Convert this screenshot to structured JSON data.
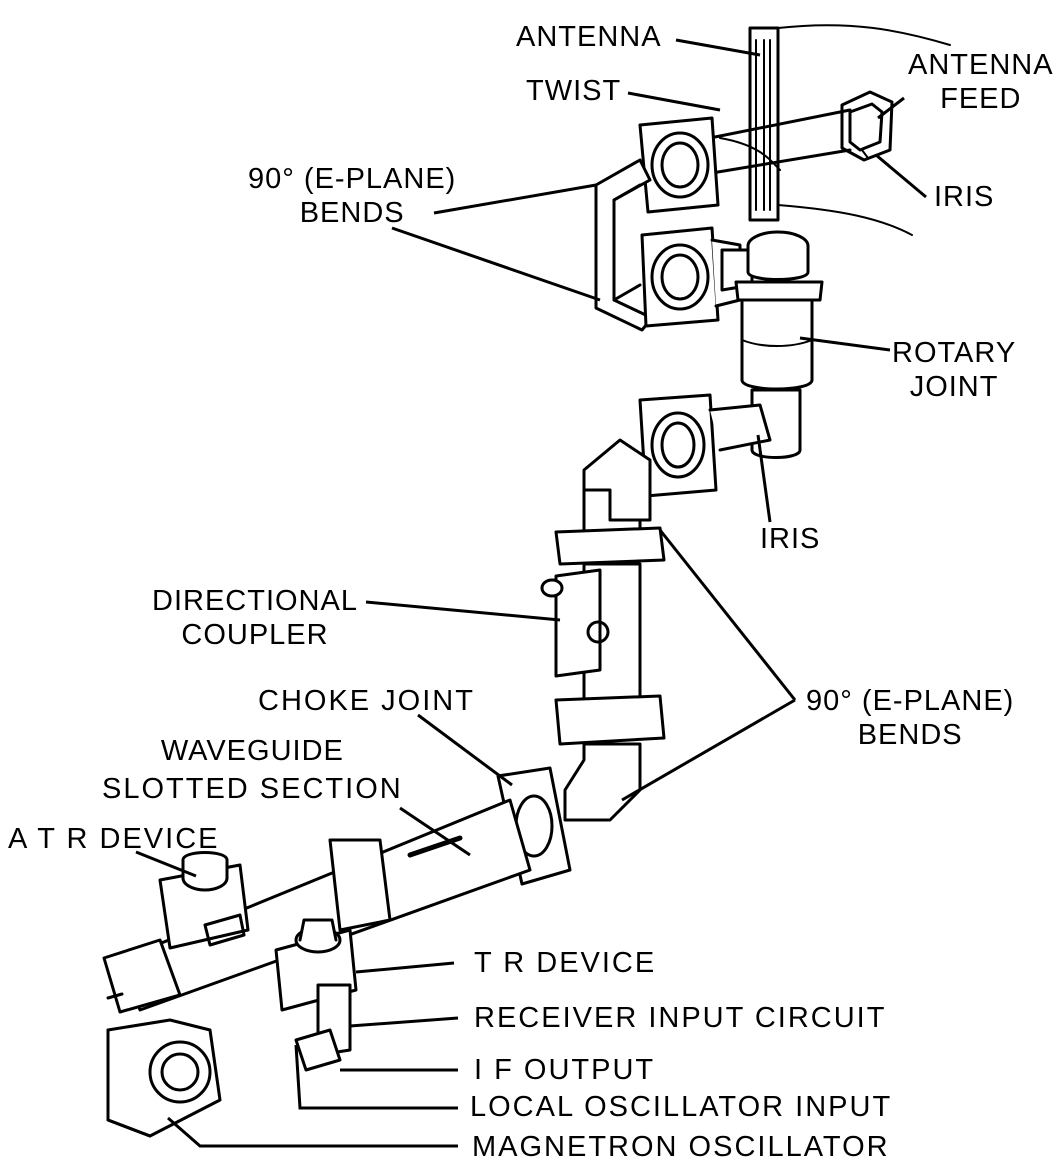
{
  "diagram": {
    "colors": {
      "ink": "#000000",
      "paper": "#ffffff"
    },
    "labels": {
      "antenna": "ANTENNA",
      "twist": "TWIST",
      "antenna_feed": [
        "ANTENNA",
        "FEED"
      ],
      "bends_top": [
        "90° (E-PLANE)",
        "BENDS"
      ],
      "iris_top": "IRIS",
      "rotary_joint": [
        "ROTARY",
        "JOINT"
      ],
      "iris_mid": "IRIS",
      "directional_coupler": [
        "DIRECTIONAL",
        "COUPLER"
      ],
      "choke_joint": "CHOKE JOINT",
      "bends_mid": [
        "90° (E-PLANE)",
        "BENDS"
      ],
      "waveguide_slotted_section": [
        "WAVEGUIDE",
        "SLOTTED SECTION"
      ],
      "atr_device": "A T R DEVICE",
      "tr_device": "T R DEVICE",
      "receiver_input_circuit": "RECEIVER INPUT CIRCUIT",
      "if_output": "I F OUTPUT",
      "local_oscillator_input": "LOCAL OSCILLATOR INPUT",
      "magnetron_oscillator": "MAGNETRON OSCILLATOR"
    }
  }
}
